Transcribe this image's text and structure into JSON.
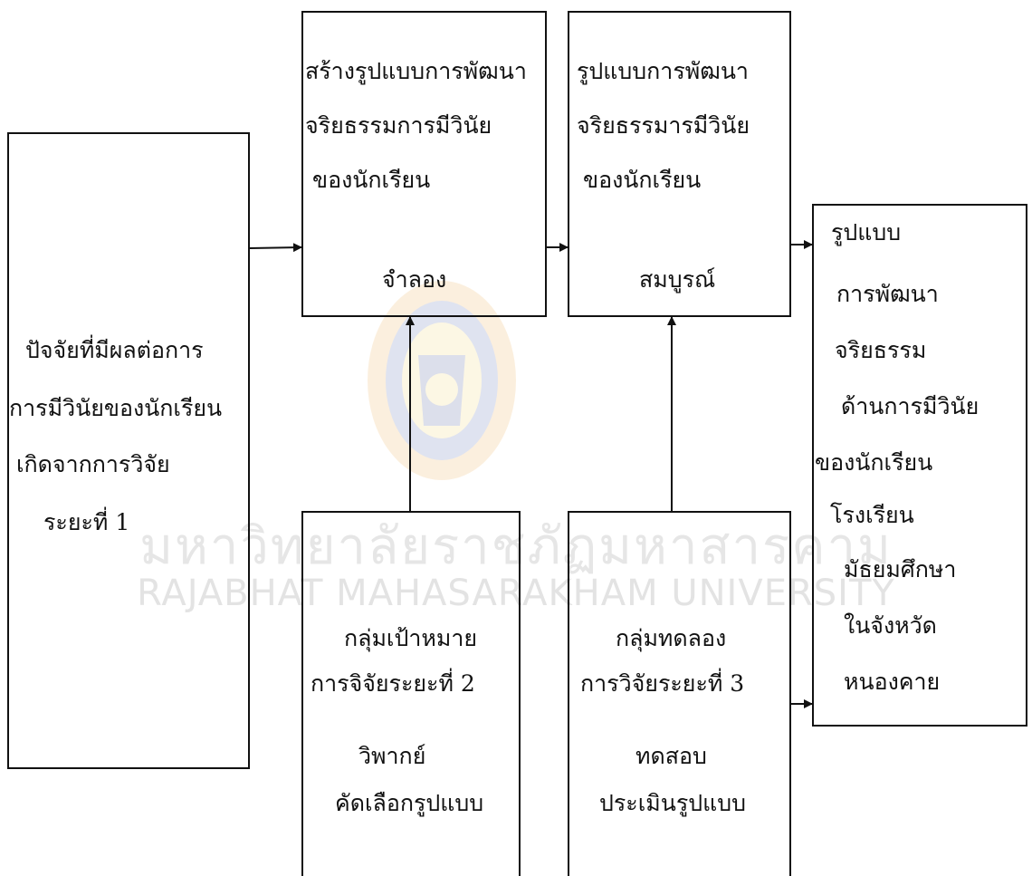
{
  "watermark": {
    "text_th": "มหาวิทยาลัยราชภัฏมหาสารคาม",
    "text_en": "RAJABHAT MAHASARAKHAM UNIVERSITY"
  },
  "boxes": {
    "factors": {
      "line1": "ปัจจัยที่มีผลต่อการ",
      "line2": "การมีวินัยของนักเรียน",
      "line3": "เกิดจากการวิจัย",
      "line4": "ระยะที่ 1"
    },
    "draft_model": {
      "line1": "สร้างรูปแบบการพัฒนา",
      "line2": "จริยธรรมการมีวินัย",
      "line3": "ของนักเรียน",
      "line4": "จำลอง"
    },
    "complete_model": {
      "line1": "รูปแบบการพัฒนา",
      "line2": "จริยธรรมารมีวินัย",
      "line3": "ของนักเรียน",
      "line4": "สมบูรณ์"
    },
    "target_group": {
      "line1": "กลุ่มเป้าหมาย",
      "line2": "การจิจัยระยะที่ 2",
      "line3": "วิพากย์",
      "line4": "คัดเลือกรูปแบบ"
    },
    "experimental_group": {
      "line1": "กลุ่มทดลอง",
      "line2": "การวิจัยระยะที่ 3",
      "line3": "ทดสอบ",
      "line4": "ประเมินรูปแบบ"
    },
    "final_model": {
      "line1": "รูปแบบ",
      "line2": "การพัฒนา",
      "line3": "จริยธรรม",
      "line4": "ด้านการมีวินัย",
      "line5": "ของนักเรียน",
      "line6": "โรงเรียน",
      "line7": "มัธยมศึกษา",
      "line8": "ในจังหวัด",
      "line9": "หนองคาย"
    }
  }
}
